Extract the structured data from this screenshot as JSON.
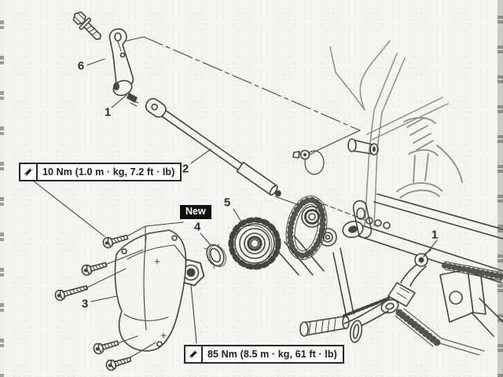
{
  "diagram": {
    "type": "exploded-parts-diagram",
    "callouts": {
      "c6": "6",
      "c1_left": "1",
      "c2": "2",
      "c3": "3",
      "c4": "4",
      "c5": "5",
      "c1_right": "1"
    },
    "new_tag": "New",
    "torque_boxes": {
      "box_10nm": {
        "text": "10 Nm (1.0 m · kg, 7.2 ft · lb)",
        "icon": "wrench-icon"
      },
      "box_85nm": {
        "text": "85 Nm (8.5 m · kg, 61 ft · lb)",
        "icon": "wrench-icon"
      }
    },
    "colors": {
      "background": "#f5f4f0",
      "line_dark": "#45443f",
      "line_light": "#8e8d88",
      "tag_bg": "#101010",
      "tag_text": "#ffffff",
      "edge_strip": "#c8c8c4"
    }
  }
}
